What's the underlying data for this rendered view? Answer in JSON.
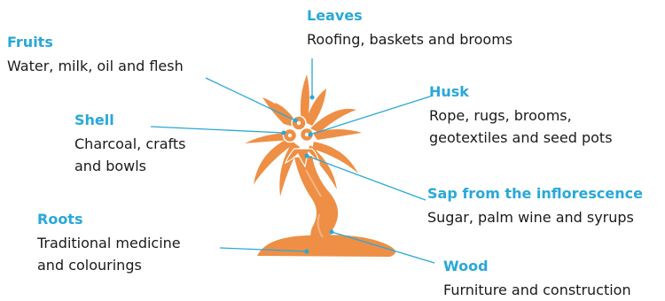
{
  "colors": {
    "accent": "#29a8d8",
    "tree": "#ee8f45",
    "text": "#1a1a1a"
  },
  "labels": {
    "leaves": {
      "title": "Leaves",
      "desc": [
        "Roofing, baskets and brooms"
      ]
    },
    "fruits": {
      "title": "Fruits",
      "desc": [
        "Water, milk, oil and flesh"
      ]
    },
    "husk": {
      "title": "Husk",
      "desc": [
        "Rope, rugs, brooms,",
        "geotextiles and seed pots"
      ]
    },
    "shell": {
      "title": "Shell",
      "desc": [
        "Charcoal, crafts",
        "and bowls"
      ]
    },
    "sap": {
      "title": "Sap from the inflorescence",
      "desc": [
        "Sugar, palm wine and syrups"
      ]
    },
    "roots": {
      "title": "Roots",
      "desc": [
        "Traditional medicine",
        "and colourings"
      ]
    },
    "wood": {
      "title": "Wood",
      "desc": [
        "Furniture and construction"
      ]
    }
  }
}
